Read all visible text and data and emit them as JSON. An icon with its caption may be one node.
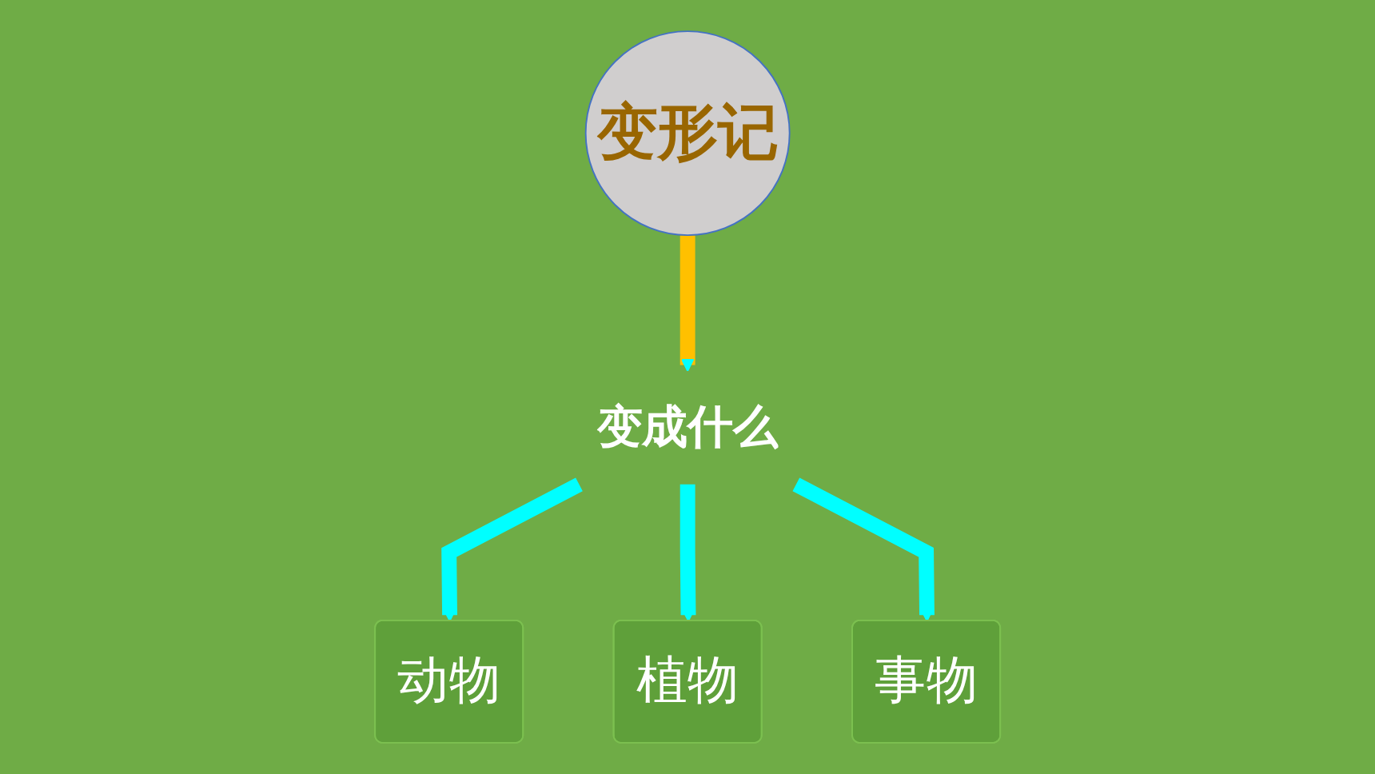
{
  "diagram": {
    "nodes": [
      {
        "text": [
          "变形记"
        ]
      },
      {
        "text": [
          "变成什么"
        ]
      },
      {
        "text": [
          "动物"
        ]
      },
      {
        "text": [
          "植物"
        ]
      },
      {
        "text": [
          "事物"
        ]
      }
    ],
    "edges": [
      {
        "from": 0,
        "to": 1,
        "arrow": "to",
        "color": "#ffc000"
      },
      {
        "from": 1,
        "to": 2,
        "arrow": "to"
      },
      {
        "from": 1,
        "to": 3,
        "arrow": "to"
      },
      {
        "from": 1,
        "to": 4,
        "arrow": "to"
      }
    ]
  }
}
